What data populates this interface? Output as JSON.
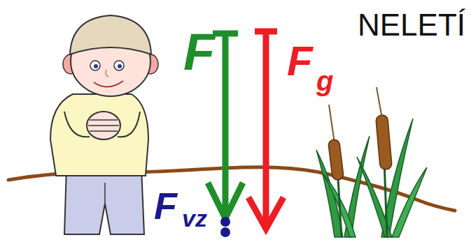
{
  "diagram": {
    "labels": [
      "NELETÍ",
      "F",
      "F",
      "g",
      "F",
      "vz"
    ]
  }
}
